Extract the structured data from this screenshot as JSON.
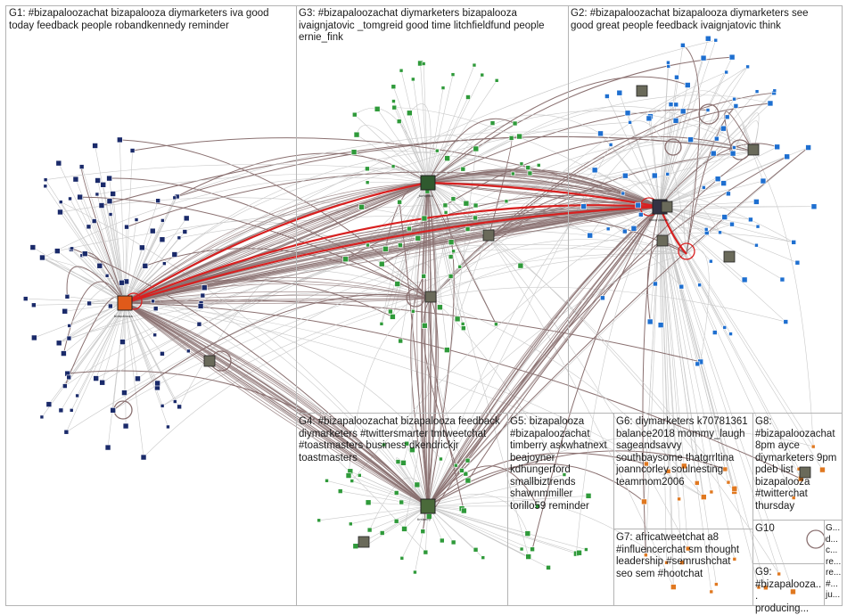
{
  "groups": [
    {
      "id": "G1",
      "label": "G1: #bizapaloozachat bizapalooza diymarketers iva good\ntoday feedback people robandkennedy reminder"
    },
    {
      "id": "G3",
      "label": "G3: #bizapaloozachat diymarketers bizapalooza\nivaignjatovic _tomgreid good time litchfieldfund people\nernie_fink"
    },
    {
      "id": "G2",
      "label": "G2: #bizapaloozachat bizapalooza diymarketers see\ngood great people feedback ivaignjatovic think"
    },
    {
      "id": "G4",
      "label": "G4: #bizapaloozachat bizapalooza feedback\ndiymarketers #twittersmarter tmtweetchat\n#toastmasters business dkendrickjr\ntoastmasters"
    },
    {
      "id": "G5",
      "label": "G5: bizapalooza\n#bizapaloozachat\ntimberry askwhatnext\nbeajoyner\nkdhungerford\nsmallbiztrends\nshawnmmiller\ntorillo59 reminder"
    },
    {
      "id": "G6",
      "label": "G6: diymarketers k70781361\nbalance2018 mommy_laugh\nsageandsavvy\nsouthbaysome thatgrrltina\njoanncorley soulnesting\nteammom2006"
    },
    {
      "id": "G8",
      "label": "G8:\n#bizapaloozachat\n8pm ayce\ndiymarketers 9pm\npdeb list\nbizapalooza\n#twitterchat\nthursday"
    },
    {
      "id": "G7",
      "label": "G7: africatweetchat a8\n#influencerchat sm thought\nleadership #semrushchat\nseo sem #hootchat"
    },
    {
      "id": "G10",
      "label": "G10"
    },
    {
      "id": "G9",
      "label": "G9:\n#bizapalooza...\nproducing..."
    },
    {
      "id": "G11",
      "label": "G...\nd...\nc...\nre...\nre...\n#...\nju..."
    }
  ],
  "hubs": [
    {
      "id": "g1-hub",
      "label": "bizapalooza"
    },
    {
      "id": "g2-hub",
      "label": "ivaignjatovic"
    },
    {
      "id": "g3-hub",
      "label": "_tomgreid"
    },
    {
      "id": "g4-hub",
      "label": "timberry"
    }
  ],
  "colors": {
    "edge": "#8a7070",
    "edge_light": "#c9c9c9",
    "edge_strong": "#d82020",
    "node_blue": "#1e6fd0",
    "node_green": "#2f9a3a",
    "node_orange": "#e07820",
    "node_navy": "#1a2a6a",
    "frame": "#b4b4b4"
  }
}
